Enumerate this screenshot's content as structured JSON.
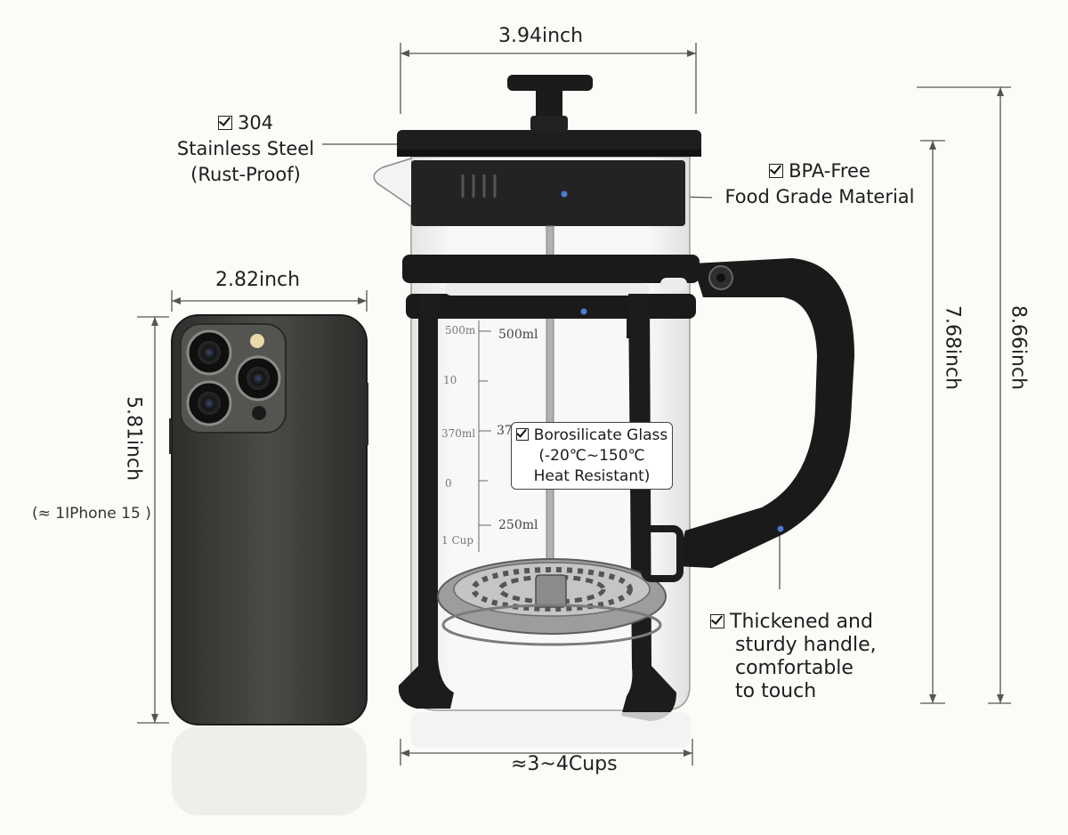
{
  "dimensions": {
    "width_press": "3.94inch",
    "width_phone": "2.82inch",
    "height_phone": "5.81inch",
    "height_body": "7.68inch",
    "height_total": "8.66inch",
    "capacity": "≈3~4Cups",
    "phone_note": "(≈ 1IPhone 15 )"
  },
  "features": {
    "steel": [
      "304",
      "Stainless Steel",
      "(Rust-Proof)"
    ],
    "bpa": [
      "BPA-Free",
      "Food Grade Material"
    ],
    "glass": [
      "Borosilicate Glass",
      "(-20℃~150℃",
      "Heat Resistant)"
    ],
    "handle": [
      "Thickened and",
      "sturdy handle,",
      "comfortable",
      "to touch"
    ]
  },
  "scale_marks": {
    "right": [
      "500ml",
      "37",
      "250ml"
    ],
    "left": [
      "500m",
      "10",
      "370ml",
      "0",
      "1 Cup"
    ]
  }
}
